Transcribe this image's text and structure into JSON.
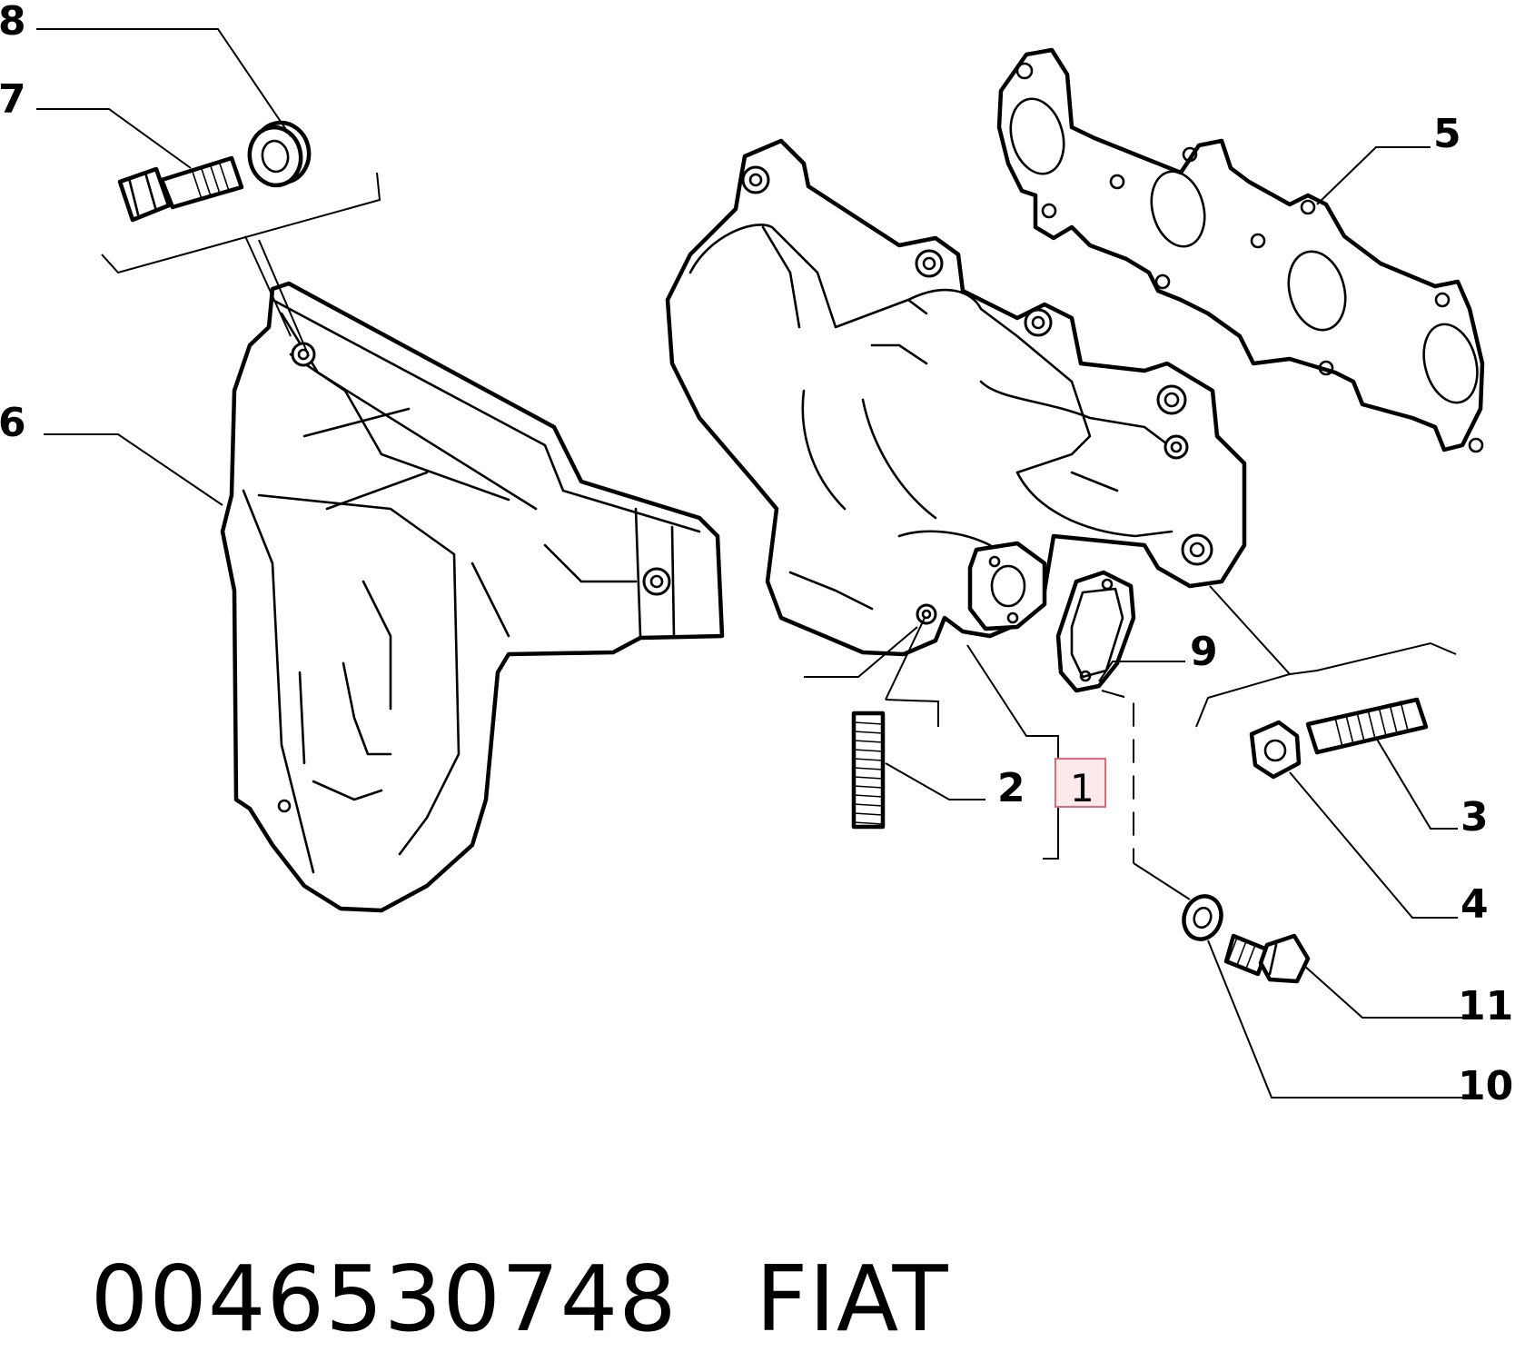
{
  "callouts": {
    "c1": "1",
    "c2": "2",
    "c3": "3",
    "c4": "4",
    "c5": "5",
    "c6": "6",
    "c7": "7",
    "c8": "8",
    "c9": "9",
    "c10": "10",
    "c11": "11"
  },
  "caption": {
    "part_number": "0046530748",
    "brand": "FIAT"
  },
  "highlight_color": "#e06a7a"
}
